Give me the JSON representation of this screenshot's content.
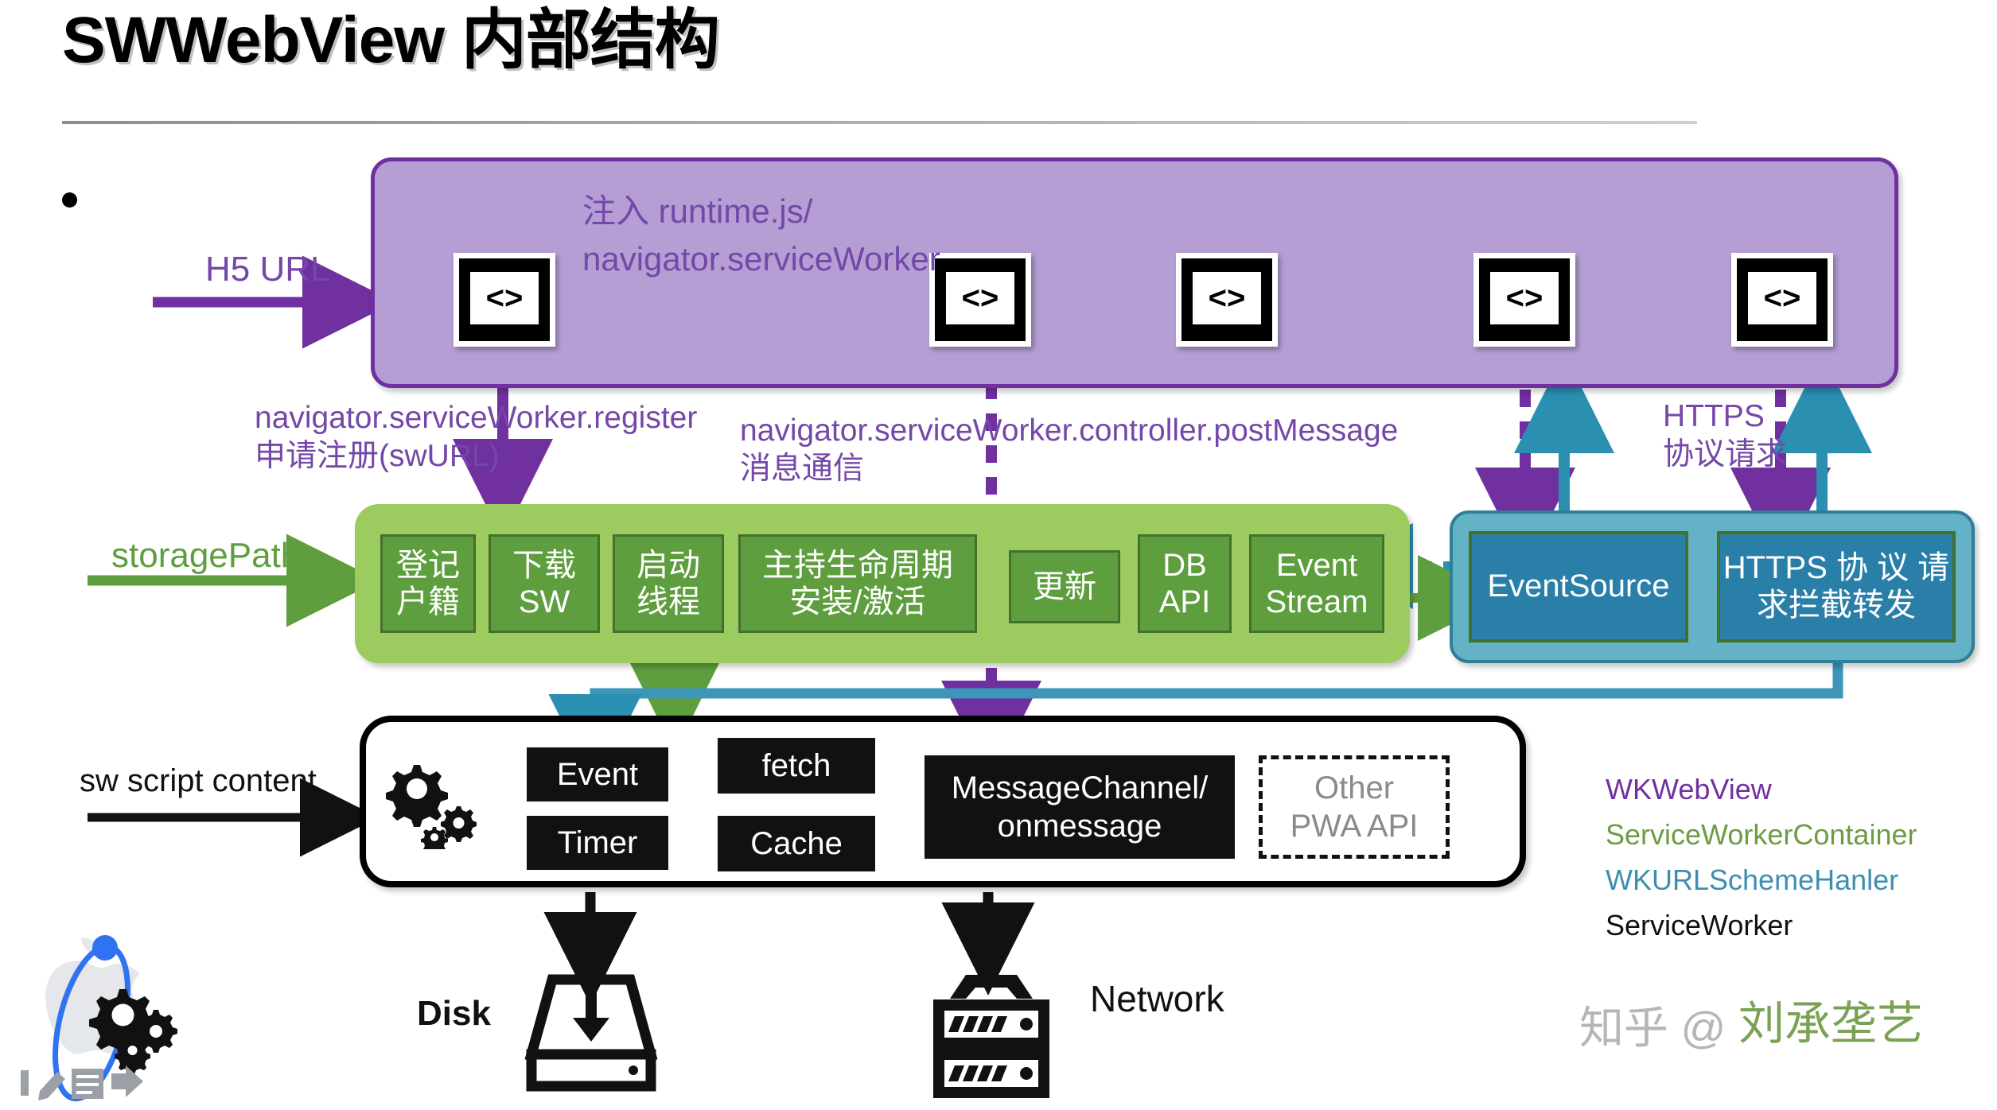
{
  "title": "SWWebView 内部结构",
  "inputs": {
    "h5_url": "H5 URL",
    "storage_path": "storagePath",
    "sw_script_content": "sw script content"
  },
  "webview": {
    "name": "WKWebView",
    "inject_label_line1": "注入 runtime.js/",
    "inject_label_line2": "navigator.serviceWorker",
    "code_icon_glyph": "<>",
    "pages": [
      {
        "id": "page-1"
      },
      {
        "id": "page-2"
      },
      {
        "id": "page-3"
      },
      {
        "id": "page-4"
      },
      {
        "id": "page-5"
      }
    ]
  },
  "annotations": {
    "register_line1": "navigator.serviceWorker.register",
    "register_line2": "申请注册(swURL)",
    "postmessage_line1": "navigator.serviceWorker.controller.postMessage",
    "postmessage_line2": "消息通信",
    "https_line1": "HTTPS",
    "https_line2": "协议请求"
  },
  "sw_container": {
    "name": "ServiceWorkerContainer",
    "items": [
      {
        "line1": "登记",
        "line2": "户籍"
      },
      {
        "line1": "下载",
        "line2": "SW"
      },
      {
        "line1": "启动",
        "line2": "线程"
      },
      {
        "line1": "主持生命周期",
        "line2": "安装/激活"
      },
      {
        "line1": "更新",
        "line2": ""
      },
      {
        "line1": "DB",
        "line2": "API"
      },
      {
        "line1": "Event",
        "line2": "Stream"
      }
    ]
  },
  "scheme_handler": {
    "name": "WKURLSchemeHanler",
    "items": [
      {
        "line1": "EventSource",
        "line2": ""
      },
      {
        "line1": "HTTPS 协 议 请",
        "line2": "求拦截转发"
      }
    ]
  },
  "service_worker": {
    "name": "ServiceWorker",
    "gear_icon": "gears-icon",
    "items": [
      {
        "label": "Event"
      },
      {
        "label": "Timer"
      },
      {
        "label": "fetch"
      },
      {
        "label": "Cache"
      },
      {
        "label": "MessageChannel/\nonmessage"
      }
    ],
    "other_api": {
      "line1": "Other",
      "line2": "PWA API"
    }
  },
  "endpoints": {
    "disk_label": "Disk",
    "disk_icon": "disk-drive-icon",
    "network_label": "Network",
    "network_icon": "server-stack-icon"
  },
  "legend": [
    {
      "label": "WKWebView",
      "color": "#7030a0"
    },
    {
      "label": "ServiceWorkerContainer",
      "color": "#6f9b45"
    },
    {
      "label": "WKURLSchemeHanler",
      "color": "#3d8fb0"
    },
    {
      "label": "ServiceWorker",
      "color": "#111111"
    }
  ],
  "watermark": {
    "platform": "知乎 @",
    "user": "刘承垄艺"
  },
  "colors": {
    "purple": "#7030a0",
    "purple_fill": "#b49ed4",
    "green": "#5e9e3e",
    "green_fill": "#9ccb5f",
    "blue": "#2a7fa8",
    "blue_fill": "#63b2c6",
    "black": "#111111"
  }
}
